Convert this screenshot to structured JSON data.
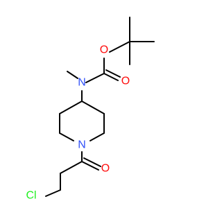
{
  "colors": {
    "background": "#ffffff",
    "carbon_bond": "#000000",
    "oxygen": "#ff0d0d",
    "nitrogen": "#3050f8",
    "chlorine": "#1ff01f"
  },
  "atoms": {
    "ester_oxygen": "O",
    "carbonyl_oxygen_carbamate": "O",
    "carbamate_nitrogen": "N",
    "piperidine_nitrogen": "N",
    "carbonyl_oxygen_acyl": "O",
    "chlorine": "Cl"
  }
}
